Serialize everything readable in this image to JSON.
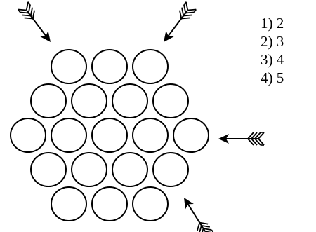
{
  "options": [
    {
      "number": "1)",
      "value": "2"
    },
    {
      "number": "2)",
      "value": "3"
    },
    {
      "number": "3)",
      "value": "4"
    },
    {
      "number": "4)",
      "value": "5"
    }
  ],
  "figure": {
    "balloon_rows": [
      3,
      4,
      5,
      4,
      3
    ],
    "arrow_count": 4
  }
}
